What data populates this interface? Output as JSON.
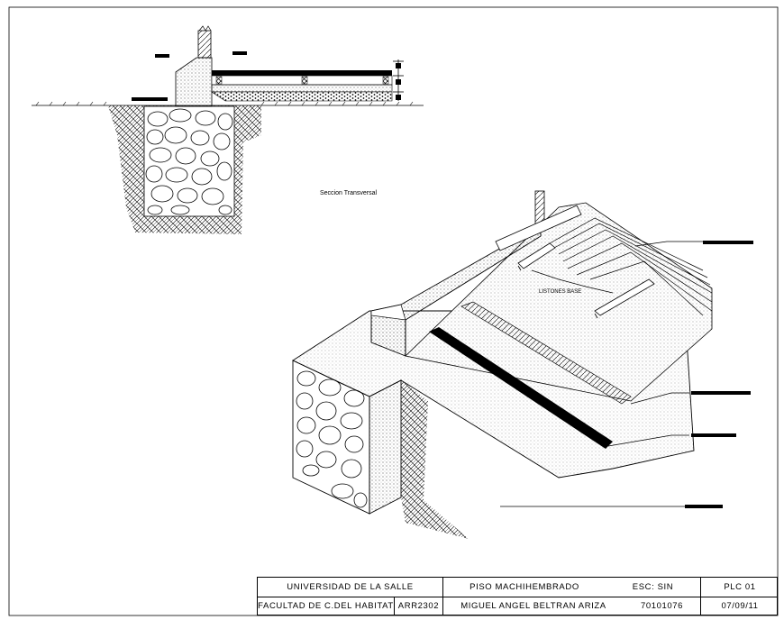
{
  "drawing": {
    "section_title": "Seccion Transversal",
    "callout_listones": "LISTONES BASE"
  },
  "title_block": {
    "university": "UNIVERSIDAD DE LA SALLE",
    "faculty": "FACULTAD DE C.DEL HABITAT",
    "course_code": "ARR2302",
    "project": "PISO MACHIHEMBRADO",
    "author": "MIGUEL ANGEL BELTRAN ARIZA",
    "scale": "ESC: SIN",
    "student_id": "70101076",
    "sheet": "PLC 01",
    "date": "07/09/11"
  }
}
